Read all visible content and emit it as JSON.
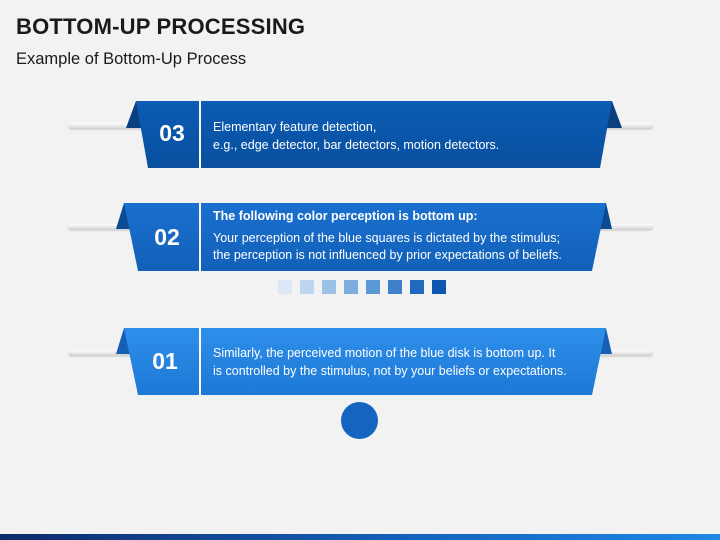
{
  "header": {
    "title": "BOTTOM-UP PROCESSING",
    "subtitle": "Example of Bottom-Up Process"
  },
  "steps": [
    {
      "number": "03",
      "heading": "",
      "lines": [
        "Elementary feature detection,",
        "e.g., edge detector, bar detectors, motion detectors."
      ]
    },
    {
      "number": "02",
      "heading": "The following color perception is bottom up:",
      "lines": [
        "Your perception of the blue squares is dictated by the stimulus;",
        "the perception is not influenced by prior expectations of beliefs."
      ]
    },
    {
      "number": "01",
      "heading": "",
      "lines": [
        "Similarly, the perceived motion of the blue disk is bottom up. It",
        "is controlled by the stimulus, not by your beliefs or expectations."
      ]
    }
  ],
  "colors": {
    "banner_dark": "#0b57a8",
    "banner_mid": "#1565c0",
    "banner_light": "#2a8be6",
    "disk": "#1565c0",
    "squares": [
      "#dce8f5",
      "#bdd5ee",
      "#9cc1e6",
      "#7daddd",
      "#5b97d4",
      "#3d81c9",
      "#2169bd",
      "#0d57b0"
    ]
  }
}
